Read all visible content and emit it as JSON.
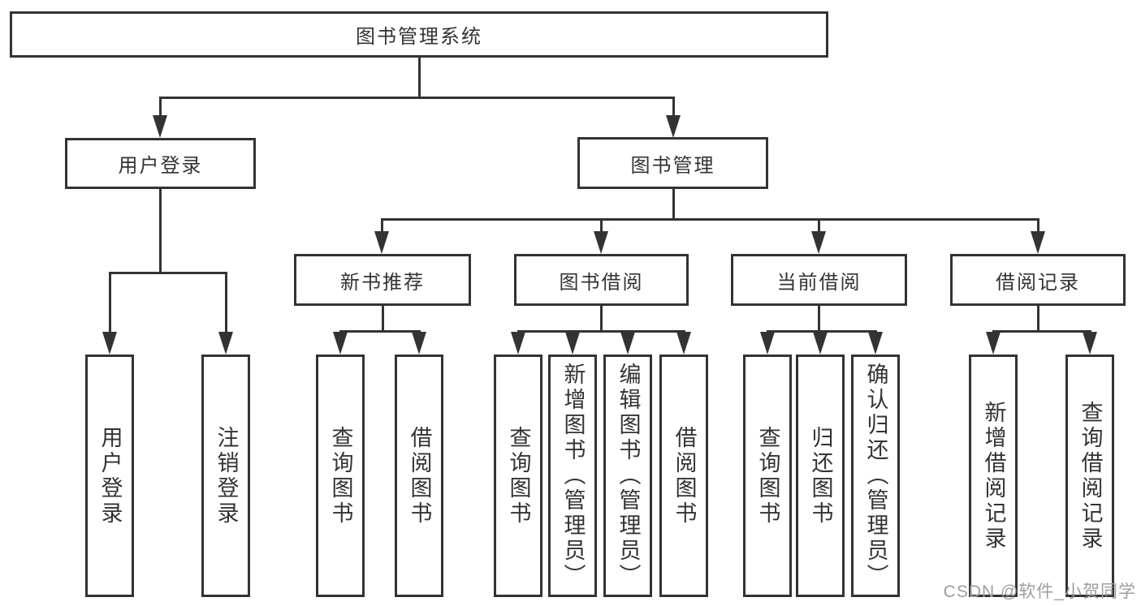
{
  "colors": {
    "line": "#333333",
    "text": "#333333",
    "watermark": "#9e9e9e",
    "background": "#ffffff"
  },
  "watermark": {
    "text": "CSDN @软件_小贺同学"
  },
  "nodes": {
    "root": {
      "label": "图书管理系统"
    },
    "user_login": {
      "label": "用户登录"
    },
    "book_mgmt": {
      "label": "图书管理"
    },
    "new_book_rec": {
      "label": "新书推荐"
    },
    "book_borrow": {
      "label": "图书借阅"
    },
    "current_borrow": {
      "label": "当前借阅"
    },
    "borrow_record": {
      "label": "借阅记录"
    },
    "leaf_user_login": {
      "label": "用户登录"
    },
    "leaf_logout": {
      "label": "注销登录"
    },
    "leaf_rec_query": {
      "label": "查询图书"
    },
    "leaf_rec_borrow": {
      "label": "借阅图书"
    },
    "leaf_bb_query": {
      "label": "查询图书"
    },
    "leaf_bb_add": {
      "label": "新增图书（管理员）"
    },
    "leaf_bb_edit": {
      "label": "编辑图书（管理员）"
    },
    "leaf_bb_borrow": {
      "label": "借阅图书"
    },
    "leaf_cb_query": {
      "label": "查询图书"
    },
    "leaf_cb_return": {
      "label": "归还图书"
    },
    "leaf_cb_confirm": {
      "label": "确认归还（管理员）"
    },
    "leaf_br_add": {
      "label": "新增借阅记录"
    },
    "leaf_br_query": {
      "label": "查询借阅记录"
    }
  }
}
